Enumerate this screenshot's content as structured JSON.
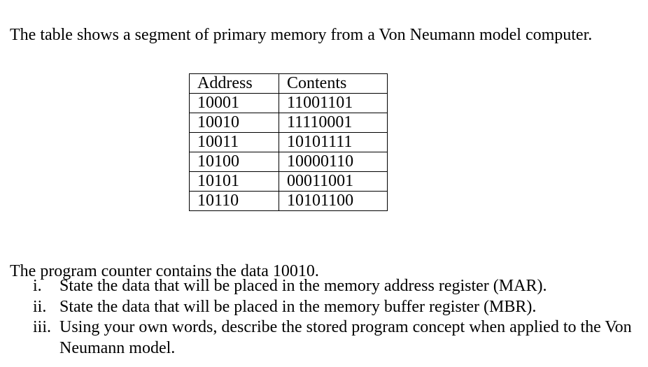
{
  "intro": "The table shows a segment of primary memory from a Von Neumann model computer.",
  "memory_table": {
    "headers": [
      "Address",
      "Contents"
    ],
    "rows": [
      [
        "10001",
        "11001101"
      ],
      [
        "10010",
        "11110001"
      ],
      [
        "10011",
        "10101111"
      ],
      [
        "10100",
        "10000110"
      ],
      [
        "10101",
        "00011001"
      ],
      [
        "10110",
        "10101100"
      ]
    ]
  },
  "program_counter_text": "The program counter contains the data 10010.",
  "questions": [
    {
      "number": "i.",
      "text": "State the data that will be placed in the memory address register (MAR)."
    },
    {
      "number": "ii.",
      "text": "State the data that will be placed in the memory buffer register (MBR)."
    },
    {
      "number": "iii.",
      "text": "Using your own words, describe the stored program concept when applied to the Von Neumann model."
    }
  ],
  "colors": {
    "text": "#000000",
    "background": "#ffffff",
    "table_border": "#000000"
  }
}
